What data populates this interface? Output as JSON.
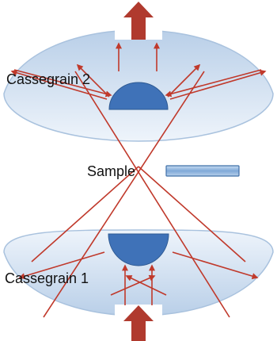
{
  "labels": {
    "cassegrain_top": "Cassegrain 2",
    "sample": "Sample",
    "cassegrain_bottom": "Cassegrain 1"
  },
  "colors": {
    "mirror_fill": "#cfdff0",
    "mirror_stroke": "#9db9d6",
    "secondary_mirror": "#3f72b8",
    "sample_fill": "#8fb6e0",
    "sample_stroke": "#3f6fa8",
    "ray": "#c0392b",
    "big_arrow": "#b03a2e"
  }
}
